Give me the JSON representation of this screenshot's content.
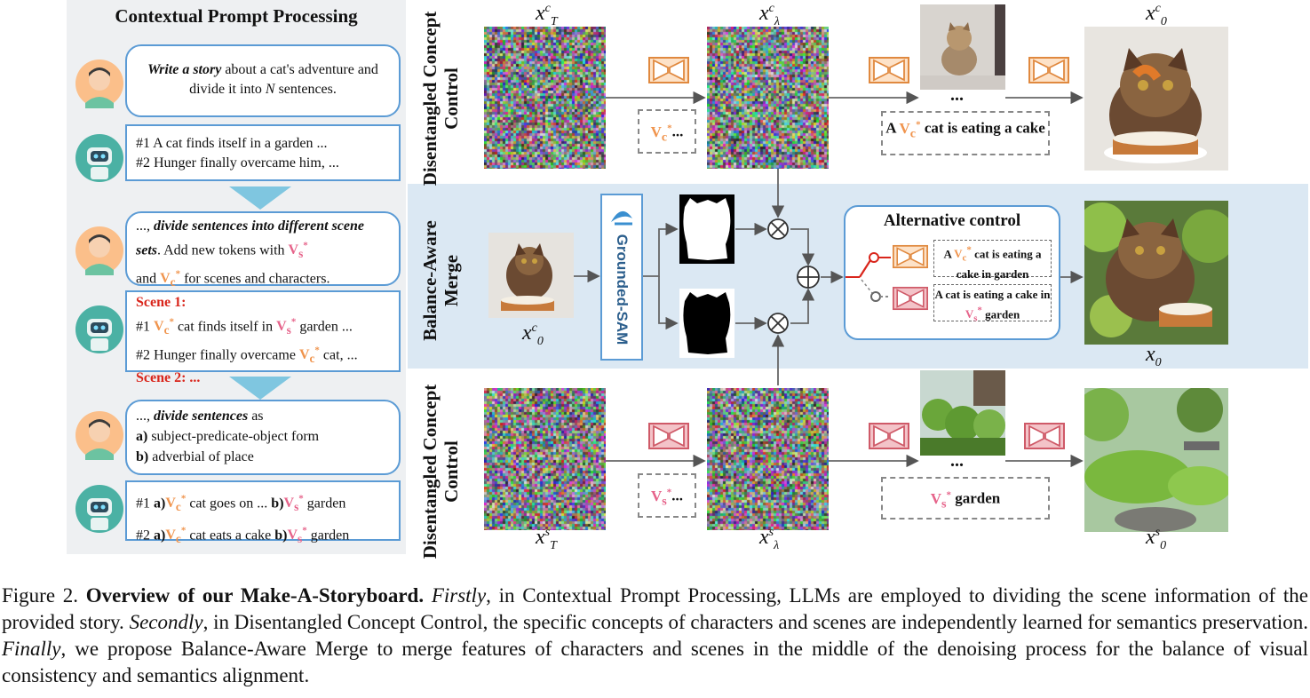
{
  "left_panel": {
    "title": "Contextual Prompt Processing",
    "user1": {
      "em": "Write a story",
      "rest": " about a cat's adventure and divide it into ",
      "n": "N",
      "end": " sentences."
    },
    "bot1": {
      "line1": "#1 A cat finds itself  in a garden ...",
      "line2": "#2 Hunger finally overcame him, ..."
    },
    "user2": {
      "pre": "..., ",
      "em": "divide sentences into different scene sets",
      "mid": ". Add new tokens with ",
      "vs": "V",
      "vs_sub": "s",
      "and": "and ",
      "vc": "V",
      "vc_sub": "c",
      "end": " for scenes and characters."
    },
    "bot2": {
      "scene1": "Scene 1:",
      "l1a": "#1 ",
      "l1b": " cat finds itself in ",
      "l1c": " garden ...",
      "l2a": "#2 Hunger finally overcame ",
      "l2b": " cat, ...",
      "scene2": "Scene 2: ..."
    },
    "user3": {
      "pre": "..., ",
      "em": "divide sentences",
      "post": " as",
      "a": "a)",
      "a_text": " subject-predicate-object form",
      "b": "b)",
      "b_text": " adverbial of place"
    },
    "bot3": {
      "l1a": "#1 ",
      "l1b": " cat goes on ... ",
      "l1c": " garden",
      "l2a": "#2 ",
      "l2b": " cat eats a cake ",
      "l2c": " garden",
      "a": "a)",
      "b": "b)"
    }
  },
  "row_labels": {
    "top": "Disentangled Concept Control",
    "mid": "Balance-Aware Merge",
    "bot": "Disentangled Concept Control"
  },
  "math": {
    "xTc": {
      "base": "x",
      "sup": "c",
      "sub": "T"
    },
    "xlc": {
      "base": "x",
      "sup": "c",
      "sub": "λ"
    },
    "x0c": {
      "base": "x",
      "sup": "c",
      "sub": "0"
    },
    "x0c_mid": {
      "base": "x",
      "sup": "c",
      "sub": "0"
    },
    "x0": {
      "base": "x",
      "sub": "0"
    },
    "xTs": {
      "base": "x",
      "sup": "s",
      "sub": "T"
    },
    "xls": {
      "base": "x",
      "sup": "s",
      "sub": "λ"
    },
    "x0s": {
      "base": "x",
      "sup": "s",
      "sub": "0"
    }
  },
  "prompts": {
    "vc_dots": "...",
    "vs_dots": "...",
    "top_prompt_a": "A ",
    "top_prompt_b": " cat is eating a cake",
    "bot_prompt": " garden",
    "ellipsis": "..."
  },
  "sam_label": "Grounded-SAM",
  "alt_control": {
    "title": "Alternative control",
    "p1a": "A ",
    "p1b": " cat is eating a cake in garden",
    "p2a": "A cat is eating a cake in ",
    "p2b": " garden"
  },
  "caption": {
    "fig": "Figure 2.",
    "bold": "Overview of our Make-A-Storyboard.",
    "firstly": "Firstly",
    "t1": ", in Contextual Prompt Processing, LLMs are employed to dividing the scene information of the provided story. ",
    "secondly": "Secondly",
    "t2": ", in Disentangled Concept Control, the specific concepts of characters and scenes are independently learned for semantics preservation. ",
    "finally": "Finally",
    "t3": ", we propose Balance-Aware Merge to merge features of characters and scenes in the middle of the denoising process for the balance of visual consistency and semantics alignment."
  },
  "colors": {
    "accent_blue": "#5b9bd5",
    "orange_token": "#f0944d",
    "pink_token": "#e6638a",
    "red_scene": "#d9261c",
    "panel_mid": "#dbe8f3"
  }
}
